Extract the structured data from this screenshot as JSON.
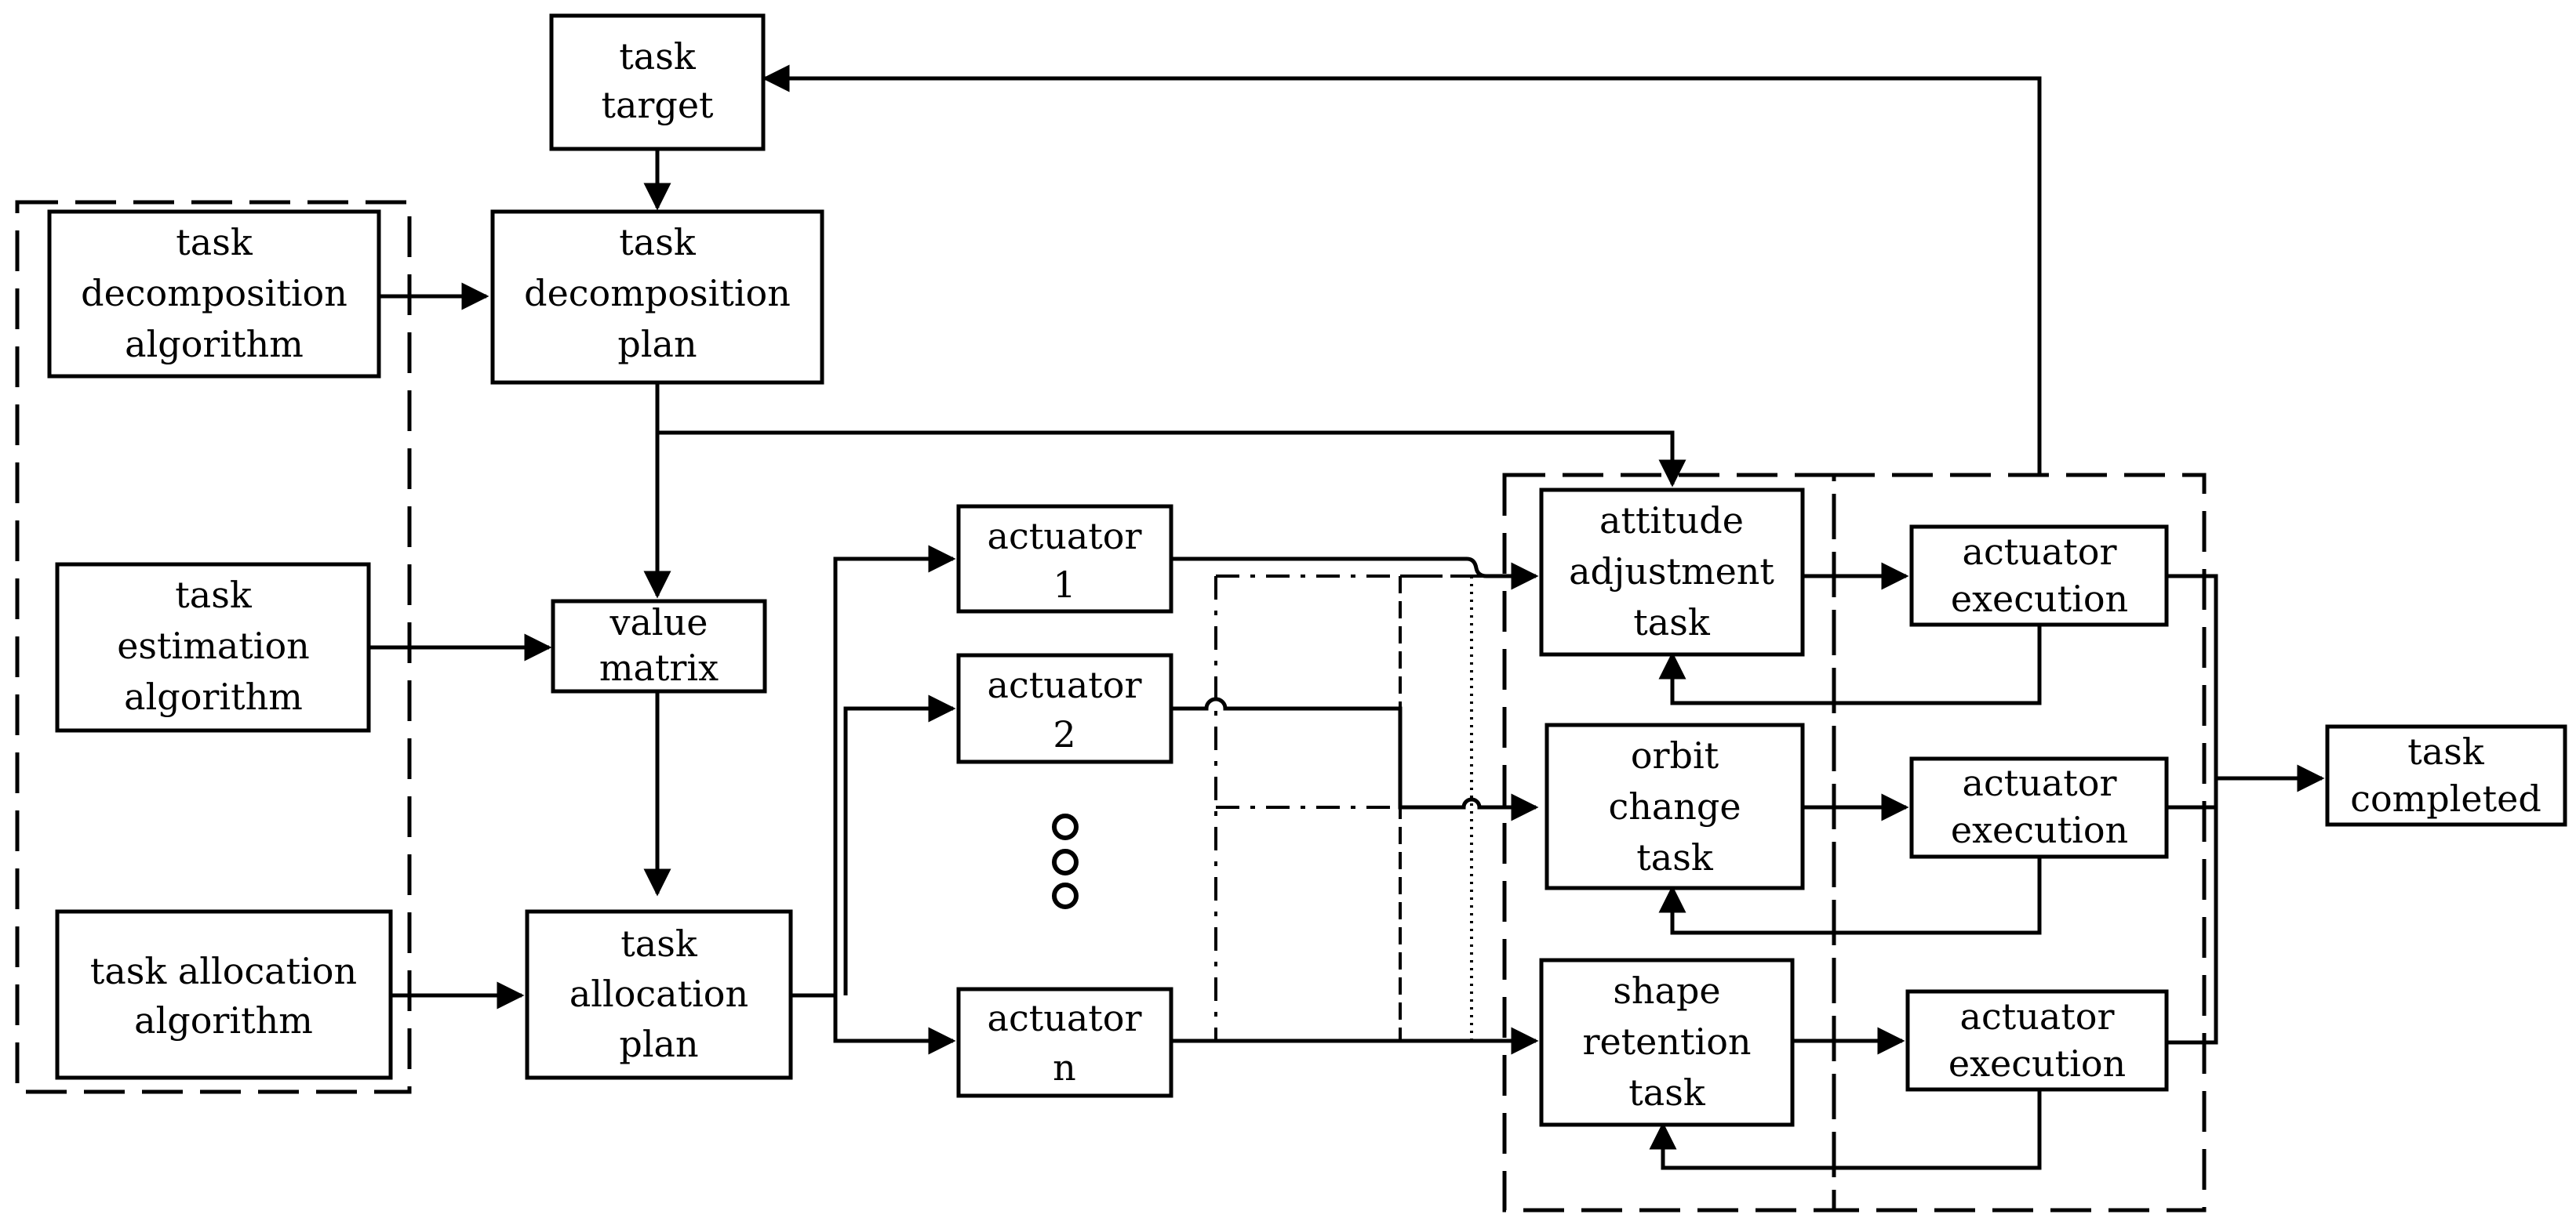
{
  "boxes": {
    "task_target": [
      "task",
      "target"
    ],
    "task_decomposition_algorithm": [
      "task",
      "decomposition",
      "algorithm"
    ],
    "task_decomposition_plan": [
      "task",
      "decomposition",
      "plan"
    ],
    "task_estimation_algorithm": [
      "task",
      "estimation",
      "algorithm"
    ],
    "value_matrix": [
      "value",
      "matrix"
    ],
    "task_allocation_algorithm": [
      "task allocation",
      "algorithm"
    ],
    "task_allocation_plan": [
      "task",
      "allocation",
      "plan"
    ],
    "actuator_1": [
      "actuator",
      "1"
    ],
    "actuator_2": [
      "actuator",
      "2"
    ],
    "actuator_n": [
      "actuator",
      "n"
    ],
    "attitude_adjustment_task": [
      "attitude",
      "adjustment",
      "task"
    ],
    "orbit_change_task": [
      "orbit",
      "change",
      "task"
    ],
    "shape_retention_task": [
      "shape",
      "retention",
      "task"
    ],
    "actuator_execution_1": [
      "actuator",
      "execution"
    ],
    "actuator_execution_2": [
      "actuator",
      "execution"
    ],
    "actuator_execution_3": [
      "actuator",
      "execution"
    ],
    "task_completed": [
      "task",
      "completed"
    ]
  },
  "ellipsis_symbol": "ooo"
}
